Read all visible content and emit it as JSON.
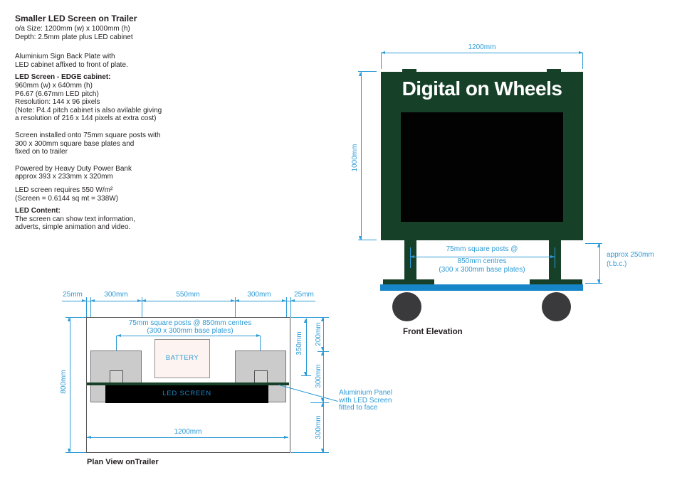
{
  "colors": {
    "sign_green": "#164028",
    "trailer_blue": "#1786c8",
    "dimension_blue": "#2e9bd6",
    "text_ink": "#231f20",
    "base_plate_gray": "#cbcbcb",
    "wheel_gray": "#3a3a3c",
    "screen_black": "#000000",
    "battery_fill": "#fdf4f1"
  },
  "specs": {
    "title": "Smaller LED Screen on Trailer",
    "intro": [
      "o/a Size: 1200mm (w) x 1000mm (h)",
      "Depth: 2.5mm plate plus LED cabinet"
    ],
    "back_plate": [
      "Aluminium Sign Back Plate with",
      "LED cabinet affixed to front of plate."
    ],
    "cabinet_heading": "LED Screen - EDGE cabinet:",
    "cabinet": [
      "960mm (w) x 640mm (h)",
      "P6.67 (6.67mm LED pitch)",
      "Resolution: 144 x 96 pixels",
      "(Note: P4.4 pitch cabinet is also avilable giving",
      "a resolution of 216 x 144 pixels at extra cost)"
    ],
    "install": [
      "Screen installed onto 75mm square posts with",
      "300 x 300mm square base plates and",
      "fixed on to trailer"
    ],
    "power": [
      "Powered by Heavy Duty Power Bank",
      "approx 393 x 233mm x 320mm"
    ],
    "requirement": [
      "LED screen requires 550 W/m²",
      "(Screen = 0.6144 sq mt = 338W)"
    ],
    "content_heading": "LED Content:",
    "content": [
      "The screen can show text information,",
      "adverts, simple animation and video."
    ]
  },
  "front_elevation": {
    "caption": "Front Elevation",
    "sign_text": "Digital on Wheels",
    "dim_width": "1200mm",
    "dim_height": "1000mm",
    "posts_note": [
      "75mm square posts @",
      "850mm centres",
      "(300 x 300mm base plates)"
    ],
    "ground_clearance": [
      "approx 250mm",
      "(t.b.c.)"
    ]
  },
  "plan_view": {
    "caption": "Plan View onTrailer",
    "top_dims": [
      "25mm",
      "300mm",
      "550mm",
      "300mm",
      "25mm"
    ],
    "posts_note": [
      "75mm square posts @ 850mm centres",
      "(300 x 300mm base plates)"
    ],
    "battery_label": "BATTERY",
    "led_screen_label": "LED SCREEN",
    "dim_bottom": "1200mm",
    "dim_left": "800mm",
    "dim_inner_right": "350mm",
    "right_dims": [
      "200mm",
      "300mm",
      "300mm"
    ],
    "annotation": [
      "Aluminium Panel",
      "with LED Screen",
      "fitted to face"
    ]
  }
}
